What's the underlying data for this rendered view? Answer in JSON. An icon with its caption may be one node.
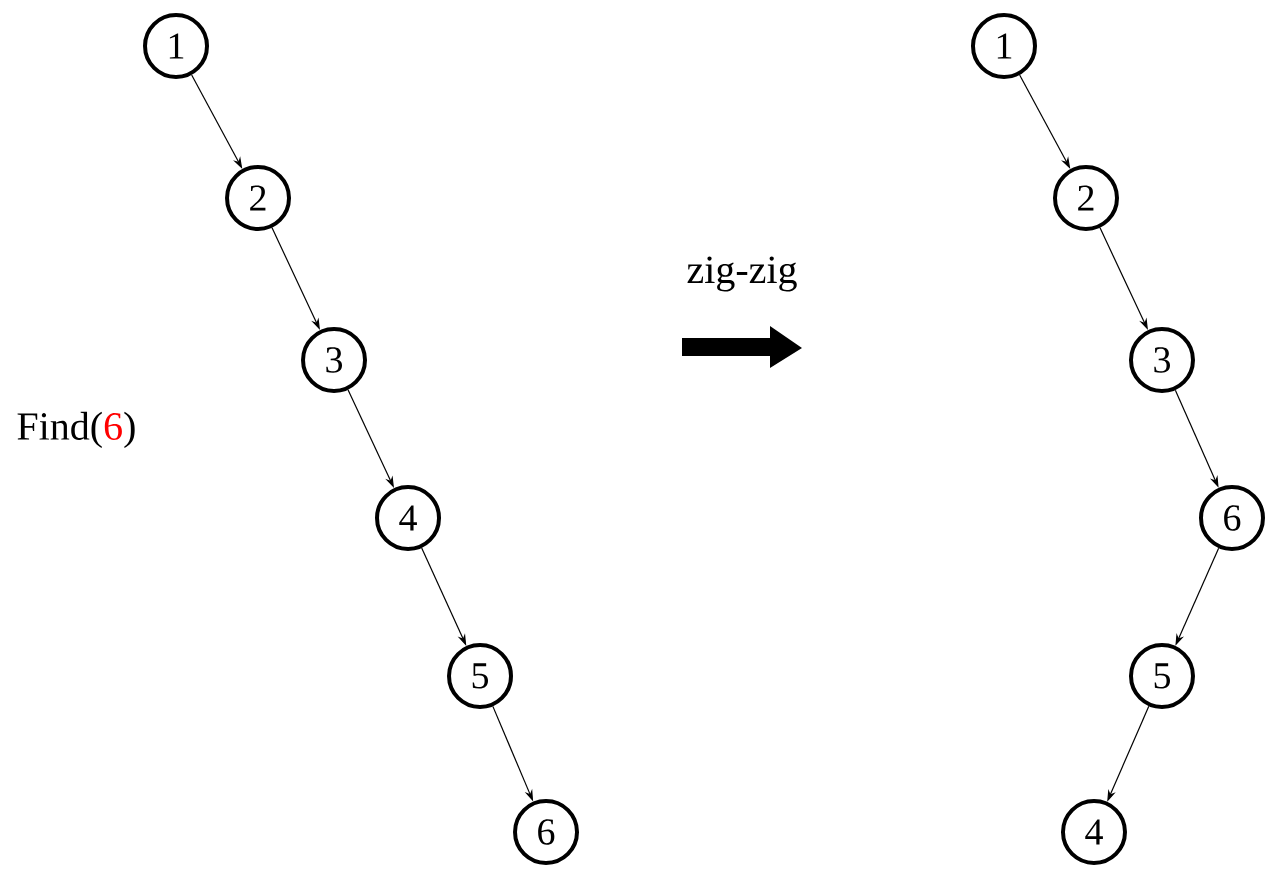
{
  "diagram": {
    "nodes": [
      {
        "text": [
          "1"
        ]
      },
      {
        "text": [
          "2"
        ]
      },
      {
        "text": [
          "3"
        ]
      },
      {
        "text": [
          "4"
        ]
      },
      {
        "text": [
          "5"
        ]
      },
      {
        "text": [
          "6"
        ]
      },
      {
        "text": [
          "1"
        ]
      },
      {
        "text": [
          "2"
        ]
      },
      {
        "text": [
          "3"
        ]
      },
      {
        "text": [
          "6"
        ]
      },
      {
        "text": [
          "5"
        ]
      },
      {
        "text": [
          "4"
        ]
      }
    ],
    "edges": [
      {
        "from": 0,
        "to": 1,
        "arrow": "to"
      },
      {
        "from": 1,
        "to": 2,
        "arrow": "to"
      },
      {
        "from": 2,
        "to": 3,
        "arrow": "to"
      },
      {
        "from": 3,
        "to": 4,
        "arrow": "to"
      },
      {
        "from": 4,
        "to": 5,
        "arrow": "to"
      },
      {
        "from": 6,
        "to": 7,
        "arrow": "to"
      },
      {
        "from": 7,
        "to": 8,
        "arrow": "to"
      },
      {
        "from": 8,
        "to": 9,
        "arrow": "to"
      },
      {
        "from": 9,
        "to": 10,
        "arrow": "to"
      },
      {
        "from": 10,
        "to": 11,
        "arrow": "to"
      }
    ],
    "labels": [
      "Find(",
      "6",
      ")",
      "zig-zig"
    ]
  }
}
